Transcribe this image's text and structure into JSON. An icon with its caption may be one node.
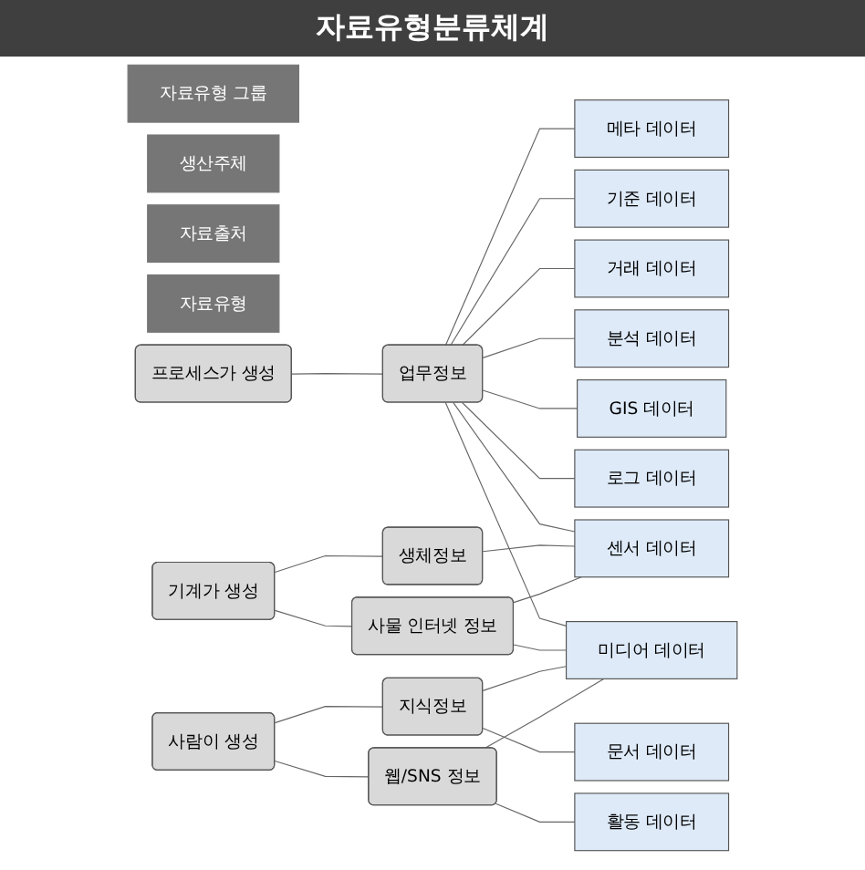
{
  "diagram": {
    "title": "자료유형분류체계",
    "nodes": [
      {
        "text": [
          "자료유형 그룹"
        ]
      },
      {
        "text": [
          "생산주체"
        ]
      },
      {
        "text": [
          "자료출처"
        ]
      },
      {
        "text": [
          "자료유형"
        ]
      },
      {
        "text": [
          "프로세스가 생성"
        ]
      },
      {
        "text": [
          "업무정보"
        ]
      },
      {
        "text": [
          "기계가 생성"
        ]
      },
      {
        "text": [
          "생체정보"
        ]
      },
      {
        "text": [
          "사물 인터넷 정보"
        ]
      },
      {
        "text": [
          "사람이 생성"
        ]
      },
      {
        "text": [
          "지식정보"
        ]
      },
      {
        "text": [
          "웹/SNS 정보"
        ]
      },
      {
        "text": [
          "메타 데이터"
        ]
      },
      {
        "text": [
          "기준 데이터"
        ]
      },
      {
        "text": [
          "거래 데이터"
        ]
      },
      {
        "text": [
          "분석 데이터"
        ]
      },
      {
        "text": [
          "GIS 데이터"
        ]
      },
      {
        "text": [
          "로그 데이터"
        ]
      },
      {
        "text": [
          "센서 데이터"
        ]
      },
      {
        "text": [
          "문서 데이터"
        ]
      },
      {
        "text": [
          "미디어 데이터"
        ]
      },
      {
        "text": [
          "활동 데이터"
        ]
      }
    ],
    "edges": [
      {
        "from": 4,
        "to": 5,
        "arrow": "none"
      },
      {
        "from": 6,
        "to": 7,
        "arrow": "none"
      },
      {
        "from": 6,
        "to": 8,
        "arrow": "none"
      },
      {
        "from": 9,
        "to": 10,
        "arrow": "none"
      },
      {
        "from": 9,
        "to": 11,
        "arrow": "none"
      },
      {
        "from": 5,
        "to": 12,
        "arrow": "none"
      },
      {
        "from": 5,
        "to": 13,
        "arrow": "none"
      },
      {
        "from": 5,
        "to": 14,
        "arrow": "none"
      },
      {
        "from": 5,
        "to": 15,
        "arrow": "none"
      },
      {
        "from": 5,
        "to": 16,
        "arrow": "none"
      },
      {
        "from": 5,
        "to": 17,
        "arrow": "none"
      },
      {
        "from": 5,
        "to": 18,
        "arrow": "none"
      },
      {
        "from": 5,
        "to": 20,
        "arrow": "none"
      },
      {
        "from": 7,
        "to": 18,
        "arrow": "none"
      },
      {
        "from": 8,
        "to": 18,
        "arrow": "none"
      },
      {
        "from": 8,
        "to": 20,
        "arrow": "none"
      },
      {
        "from": 10,
        "to": 19,
        "arrow": "none"
      },
      {
        "from": 10,
        "to": 20,
        "arrow": "none"
      },
      {
        "from": 11,
        "to": 20,
        "arrow": "none"
      },
      {
        "from": 11,
        "to": 21,
        "arrow": "none"
      }
    ]
  }
}
